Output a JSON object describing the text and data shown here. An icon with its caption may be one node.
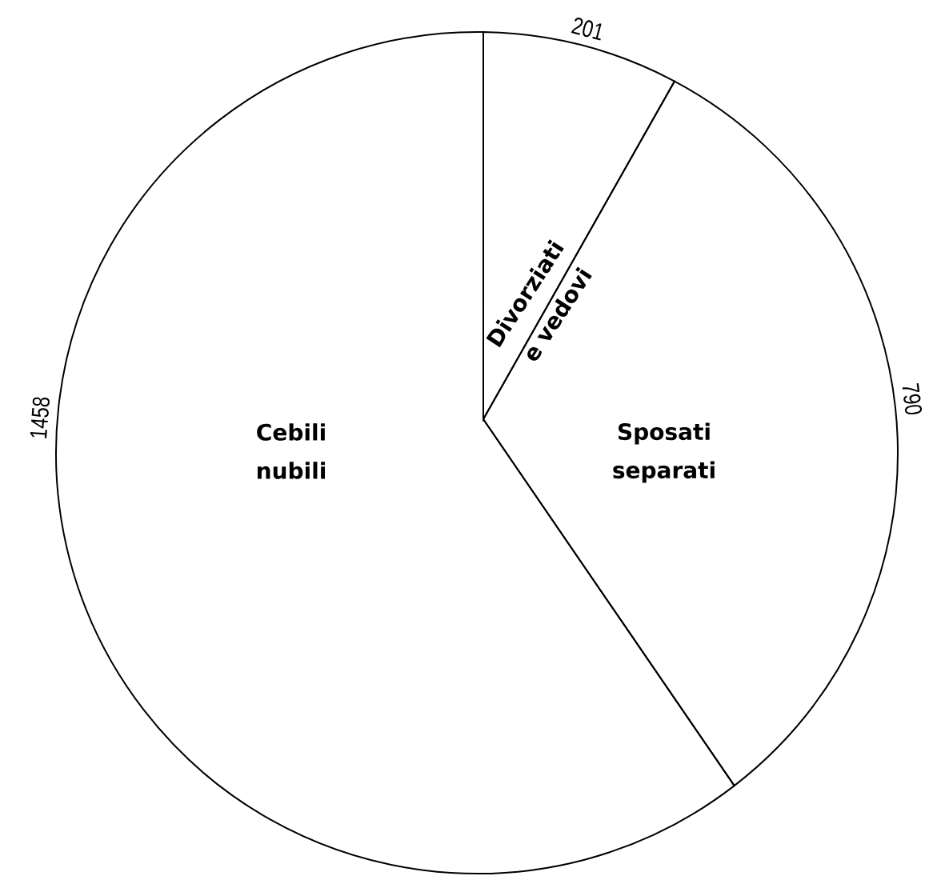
{
  "diagram": {
    "nodes": [
      {
        "text": [
          "Divorziati e vedovi"
        ],
        "beside": [
          "201"
        ]
      },
      {
        "text": [
          "Cebili nubili"
        ],
        "beside": [
          "1458"
        ]
      },
      {
        "text": [
          "Sposati separati"
        ],
        "beside": [
          "790"
        ]
      }
    ]
  }
}
